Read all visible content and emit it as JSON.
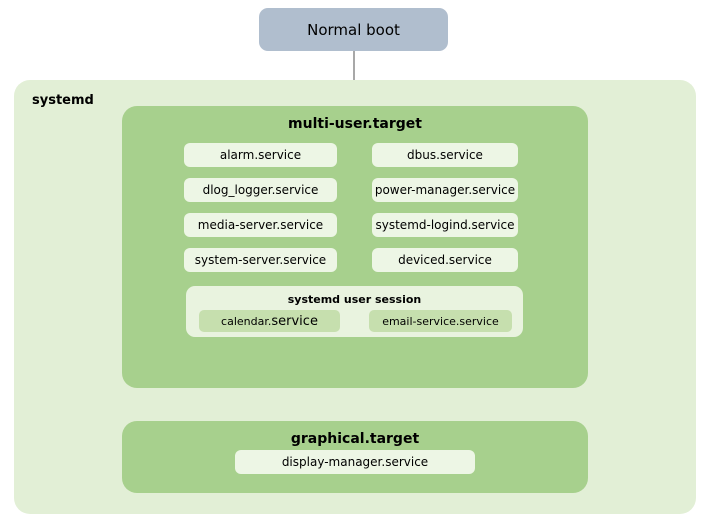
{
  "diagram": {
    "start_node": {
      "label": "Normal boot"
    },
    "container": {
      "label": "systemd",
      "multi_user_target": {
        "title": "multi-user.target",
        "services": [
          "alarm.service",
          "dbus.service",
          "dlog_logger.service",
          "power-manager.service",
          "media-server.service",
          "systemd-logind.service",
          "system-server.service",
          "deviced.service"
        ],
        "user_session": {
          "title": "systemd user session",
          "services": [
            {
              "label": "calendar.service",
              "prefix": "calendar.",
              "suffix": "service"
            },
            {
              "label": "email-service.service"
            }
          ]
        }
      },
      "graphical_target": {
        "title": "graphical.target",
        "services": [
          "display-manager.service"
        ]
      }
    },
    "colors": {
      "start_node_bg": "#b0bece",
      "container_bg": "#e2efd6",
      "target_bg": "#a7d08d",
      "service_bg": "#edf6e5",
      "session_bg": "#e9f3df",
      "session_service_bg": "#c6dfae",
      "arrow_line": "#8a8a8a",
      "arrow_head": "#111111"
    }
  }
}
